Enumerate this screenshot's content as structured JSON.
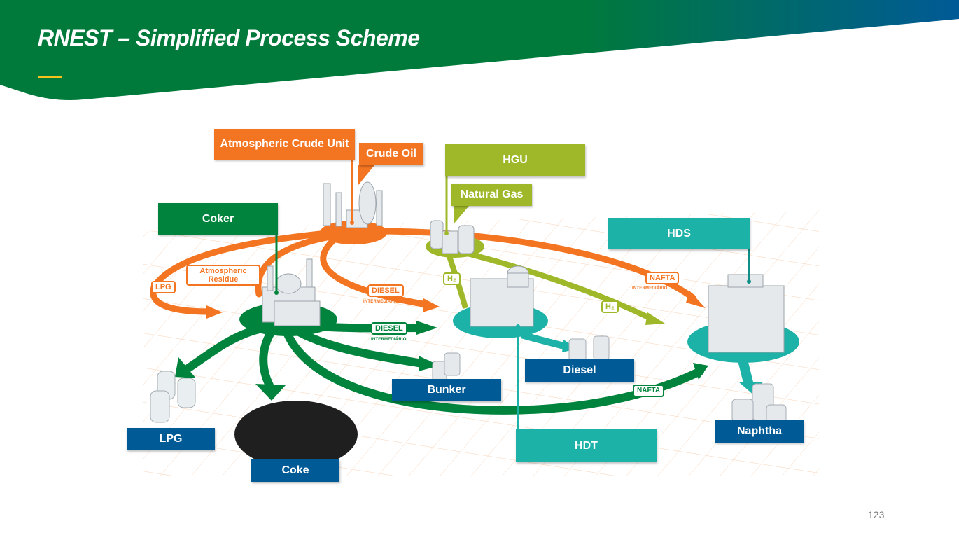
{
  "header": {
    "title": "RNEST – Simplified Process Scheme",
    "colors": {
      "green": "#007a3a",
      "blue": "#005a96",
      "accent": "#f2c31b"
    }
  },
  "units": {
    "atmospheric_crude_unit": {
      "label": "Atmospheric Crude Unit",
      "color": "#f47521"
    },
    "coker": {
      "label": "Coker",
      "color": "#00843d"
    },
    "hgu": {
      "label": "HGU",
      "color": "#9fb82a"
    },
    "hds": {
      "label": "HDS",
      "color": "#1cb2a7"
    },
    "hdt": {
      "label": "HDT",
      "color": "#1cb2a7"
    }
  },
  "feeds": {
    "crude_oil": {
      "label": "Crude Oil",
      "color": "#f47521"
    },
    "natural_gas": {
      "label": "Natural Gas",
      "color": "#9fb82a"
    }
  },
  "products": {
    "color": "#005a96",
    "items": [
      "LPG",
      "Coke",
      "Bunker",
      "Diesel",
      "Naphtha"
    ]
  },
  "flows": {
    "lpg": "LPG",
    "atmospheric_residue_line1": "Atmospheric",
    "atmospheric_residue_line2": "Residue",
    "diesel_orange": "DIESEL",
    "diesel_orange_sub": "INTERMEDIÁRIO",
    "diesel_green": "DIESEL",
    "diesel_green_sub": "INTERMEDIÁRIO",
    "nafta_orange": "NAFTA",
    "nafta_orange_sub": "INTERMEDIÁRIO",
    "nafta_green": "NAFTA",
    "h2_a": "H₂",
    "h2_b": "H₂"
  },
  "footer": {
    "page_number": "123"
  }
}
